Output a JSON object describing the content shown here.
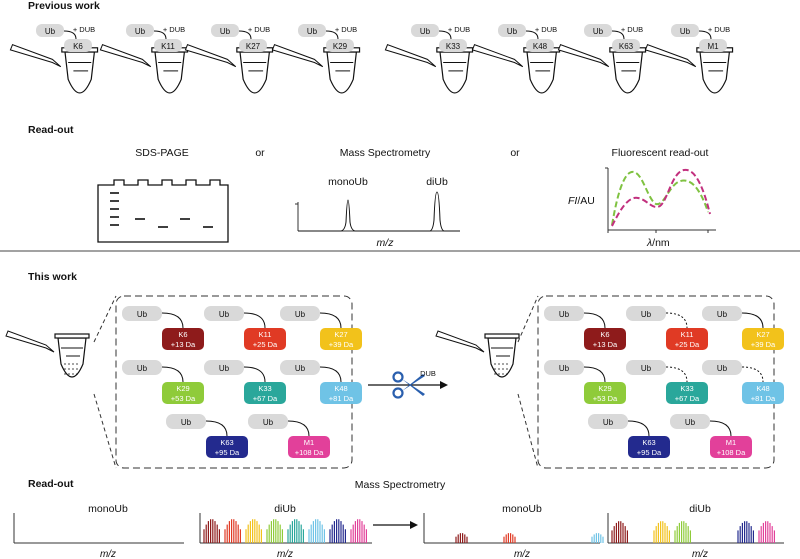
{
  "colors": {
    "K6": "#8e1b1b",
    "K11": "#e03a24",
    "K27": "#f2c21b",
    "K29": "#8fcb3a",
    "K33": "#2aa79b",
    "K48": "#6fc3e6",
    "K63": "#232a8e",
    "M1": "#e2409a",
    "ub": "#d9d9d9",
    "fluor_green": "#7fc241",
    "fluor_magenta": "#c2307e",
    "scissors": "#2a5fae"
  },
  "previous": {
    "title": "Previous work",
    "tubes": [
      {
        "ub": "Ub",
        "dub": "+ DUB",
        "linkage": "K6"
      },
      {
        "ub": "Ub",
        "dub": "+ DUB",
        "linkage": "K11"
      },
      {
        "ub": "Ub",
        "dub": "+ DUB",
        "linkage": "K27"
      },
      {
        "ub": "Ub",
        "dub": "+ DUB",
        "linkage": "K29"
      },
      {
        "ub": "Ub",
        "dub": "+ DUB",
        "linkage": "K33"
      },
      {
        "ub": "Ub",
        "dub": "+ DUB",
        "linkage": "K48"
      },
      {
        "ub": "Ub",
        "dub": "+ DUB",
        "linkage": "K63"
      },
      {
        "ub": "Ub",
        "dub": "+ DUB",
        "linkage": "M1"
      }
    ],
    "readout": {
      "title": "Read-out",
      "sds": "SDS-PAGE",
      "or1": "or",
      "ms": "Mass Spectrometry",
      "or2": "or",
      "fluor": "Fluorescent read-out",
      "monoUb": "monoUb",
      "diUb": "diUb",
      "mz": "m/z",
      "fl_axis_italic": "FI",
      "fl_axis_rest": "/AU",
      "lambda_italic": "λ",
      "lambda_rest": "/nm"
    }
  },
  "this_work": {
    "title": "This work",
    "substrates": [
      {
        "ub": "Ub",
        "linkage": "K6",
        "mass": "+13 Da",
        "color_key": "K6"
      },
      {
        "ub": "Ub",
        "linkage": "K11",
        "mass": "+25 Da",
        "color_key": "K11"
      },
      {
        "ub": "Ub",
        "linkage": "K27",
        "mass": "+39 Da",
        "color_key": "K27"
      },
      {
        "ub": "Ub",
        "linkage": "K29",
        "mass": "+53 Da",
        "color_key": "K29"
      },
      {
        "ub": "Ub",
        "linkage": "K33",
        "mass": "+67 Da",
        "color_key": "K33"
      },
      {
        "ub": "Ub",
        "linkage": "K48",
        "mass": "+81 Da",
        "color_key": "K48"
      },
      {
        "ub": "Ub",
        "linkage": "K63",
        "mass": "+95 Da",
        "color_key": "K63"
      },
      {
        "ub": "Ub",
        "linkage": "M1",
        "mass": "+108 Da",
        "color_key": "M1"
      }
    ],
    "dub_label": "DUB",
    "readout": {
      "title": "Read-out",
      "ms": "Mass Spectrometry",
      "before_mono": "monoUb",
      "before_di": "diUb",
      "after_mono": "monoUb",
      "after_di": "diUb",
      "mz": "m/z"
    }
  }
}
